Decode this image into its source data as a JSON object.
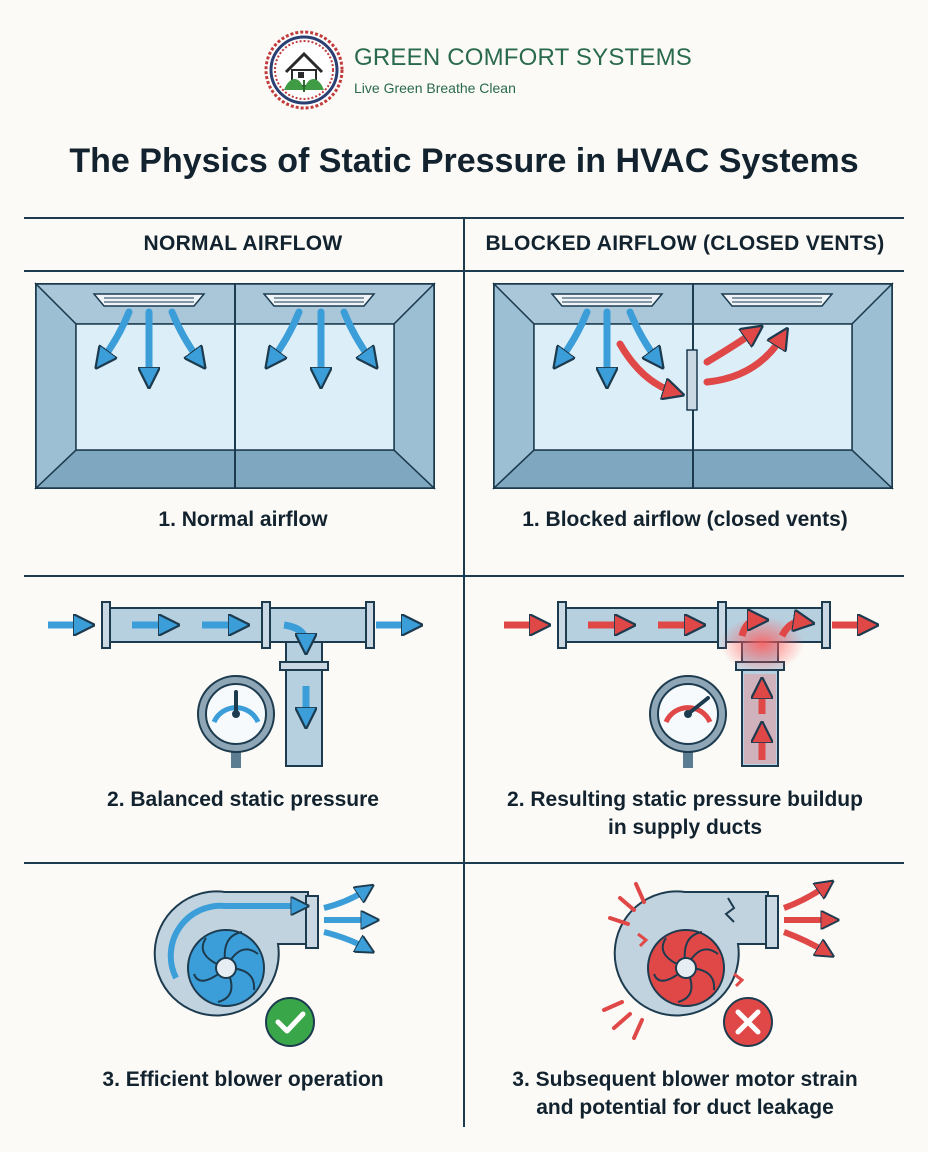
{
  "brand": {
    "name": "GREEN COMFORT SYSTEMS",
    "tagline": "Live Green Breathe Clean",
    "colors": {
      "green": "#2a6a4c",
      "ring_red": "#c23b3b",
      "ring_navy": "#2b3f73"
    }
  },
  "title": "The Physics of Static Pressure in HVAC Systems",
  "columns": {
    "left": {
      "heading": "NORMAL AIRFLOW"
    },
    "right": {
      "heading": "BLOCKED AIRFLOW (CLOSED VENTS)"
    }
  },
  "rows": [
    {
      "left_caption": "1. Normal airflow",
      "right_caption": "1. Blocked airflow (closed vents)"
    },
    {
      "left_caption": "2. Balanced static pressure",
      "right_caption_line1": "2. Resulting static pressure buildup",
      "right_caption_line2": "in supply ducts"
    },
    {
      "left_caption": "3. Efficient blower operation",
      "right_caption_line1": "3. Subsequent blower motor strain",
      "right_caption_line2": "and potential for duct leakage"
    }
  ],
  "icons": {
    "status_ok": "check-circle-icon",
    "status_bad": "x-circle-icon",
    "gauge": "pressure-gauge-icon"
  },
  "colors": {
    "air_blue": "#3b9ed9",
    "air_red": "#e04848",
    "duct": "#b7d0e0",
    "room": "#dceef8",
    "outline": "#1d3b4f",
    "ok_green": "#3aa64a",
    "bad_red": "#e04848"
  }
}
